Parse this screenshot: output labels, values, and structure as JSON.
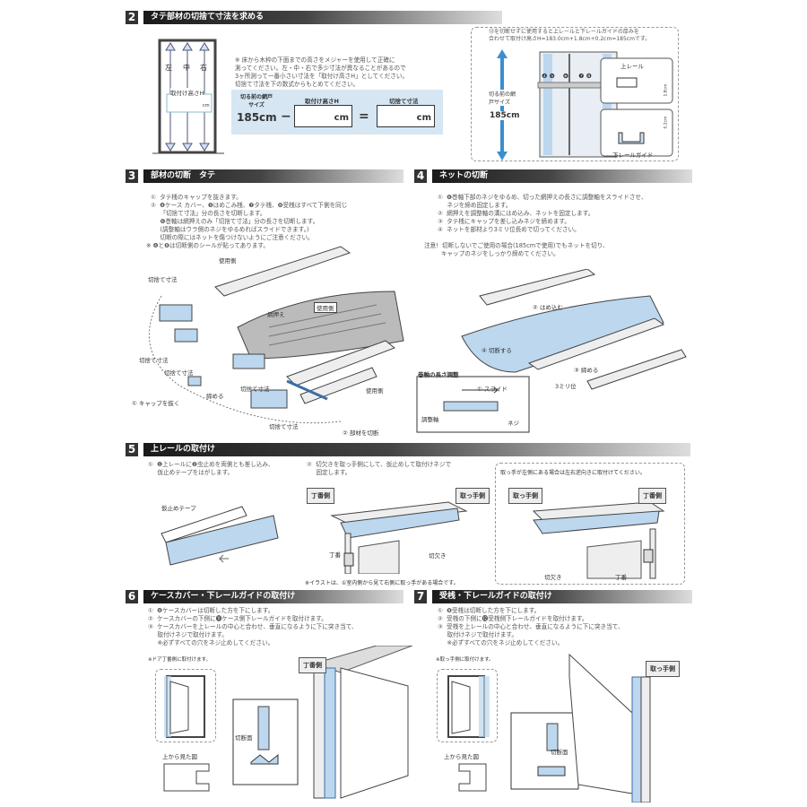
{
  "s2": {
    "num": "2",
    "title": "タテ部材の切捨て寸法を求める",
    "labels": [
      "左",
      "中",
      "右"
    ],
    "height_label": "取付け高さH",
    "unit_small": "cm",
    "note_lines": [
      "※ 床から木枠の下面までの高さをメジャーを使用して正確に",
      "測ってください。左・中・右で多少寸法が異なることがあるので",
      "3ヶ所測って一番小さい寸法を「取付け高さH」としてください。",
      "切捨て寸法を下の数式からもとめてください。"
    ],
    "formula": {
      "pre_label": "切る前の網戸サイズ",
      "value": "185cm",
      "minus": "−",
      "h_label": "取付け高さH",
      "equals": "=",
      "cut_label": "切捨て寸法",
      "unit": "cm"
    },
    "side_note": [
      "⑬を切断せずに使用すると上レールと下レールガイドの厚みを",
      "合わせて取付け高さH=183.0cm+1.8cm+0.2cm=185cmです。"
    ],
    "side_size_label": "切る前の網戸サイズ",
    "side_size": "185cm",
    "upper_rail": "上レール",
    "lower_guide": "下レールガイド",
    "dim1": "1.8cm",
    "dim2": "0.2cm",
    "part_marks": [
      "❹",
      "❺",
      "❻",
      "❼",
      "❽"
    ]
  },
  "s3": {
    "num": "3",
    "title": "部材の切断　タテ",
    "lines": [
      "①  タテ桟のキャップを抜きます。",
      "②  ❹ケース カバー、❺はめこみ桟、❼タテ桟、❽受桟はすべて下側を同じ",
      "     「切捨て寸法」分の長さを切断します。",
      "     ❻巻軸は網押えのみ「切捨て寸法」分の長さを切断します。",
      "     (調整軸はウラ側のネジをゆるめればスライドできます。)",
      "     切断の際にはネットを傷つけないようにご注意ください。",
      "※ ❹と❽は切断側のシールが貼ってあります。"
    ],
    "labels": {
      "use_side": "使用側",
      "cut_size": "切捨て寸法",
      "net_holder": "網押え",
      "remove_cap": "① キャップを抜く",
      "tighten": "締める",
      "cut_part": "② 部材を切断"
    }
  },
  "s4": {
    "num": "4",
    "title": "ネットの切断",
    "lines": [
      "①  ❻巻軸下部のネジをゆるめ、切った網押えの長さに調整軸をスライドさせ、",
      "     ネジを締め固定します。",
      "②  網押えを調整軸の溝にはめ込み、ネットを固定します。",
      "③  タテ桟にキャップを差し込みネジを締めます。",
      "④  ネットを部材より3ミリ位長めで切ってください。",
      "",
      "注意!  切断しないでご使用の場合(185cmで使用)でもネットを切り、",
      "         キャップのネジをしっかり締めてください。"
    ],
    "labels": {
      "fit": "② はめ込む",
      "cut": "④ 切断する",
      "tighten": "③ 締める",
      "mm": "3ミリ位",
      "inset_title": "巻軸の長さ調整",
      "slide": "① スライド",
      "adjust": "調整軸",
      "screw": "ネジ"
    }
  },
  "s5": {
    "num": "5",
    "title": "上レールの取付け",
    "step1": [
      "①  ❶上レールに❷虫止めを両側とも差し込み、",
      "     仮止めテープをはがします。"
    ],
    "step2": [
      "②  切欠きを取っ手側にして、仮止めして取付けネジで",
      "     固定します。"
    ],
    "tape": "仮止めテープ",
    "hinge_side": "丁番側",
    "handle_side": "取っ手側",
    "hinge": "丁番",
    "notch": "切欠き",
    "footnote": "※イラストは、①室内側から見て右側に取っ手がある場合です。",
    "alt_note": "取っ手が左側にある場合は左右逆向きに取付けてください。"
  },
  "s6": {
    "num": "6",
    "title": "ケースカバー・下レールガイドの取付け",
    "lines": [
      "①  ❹ケースカバーは切断した方を下にします。",
      "②  ケースカバーの下側に⓫ケース側下レールガイドを取付けます。",
      "③  ケースカバーを上レールの中心と合わせ、垂直になるように下に突き当て、",
      "     取付けネジで取付けます。",
      "     ※必ずすべての穴をネジ止めしてください。"
    ],
    "note": "※ドア丁番側に取付けます。",
    "top_view": "上から見た図",
    "cut_face": "切断面",
    "side_tag": "丁番側"
  },
  "s7": {
    "num": "7",
    "title": "受桟・下レールガイドの取付け",
    "lines": [
      "①  ❽受桟は切断した方を下にします。",
      "②  受桟の下側に⓬受桟側下レールガイドを取付けます。",
      "③  受桟を上レールの中心と合わせ、垂直になるように下に突き当て、",
      "     取付けネジで取付けます。",
      "     ※必ずすべての穴をネジ止めしてください。"
    ],
    "note": "※取っ手側に取付けます。",
    "top_view": "上から見た図",
    "cut_face": "切断面",
    "side_tag": "取っ手側"
  },
  "colors": {
    "accent_blue": "#bcd7ee",
    "header_dark": "#222222"
  }
}
